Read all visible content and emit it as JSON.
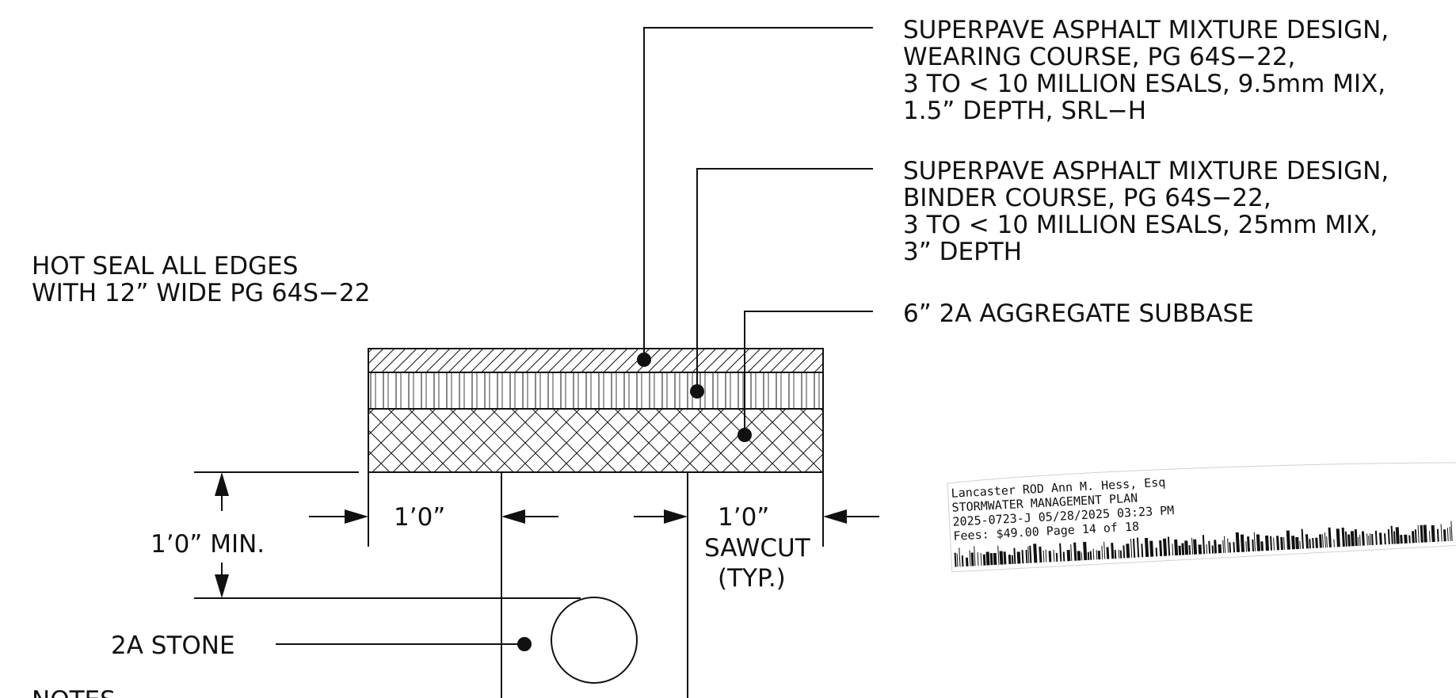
{
  "callouts": {
    "wearing_course": {
      "line1": "SUPERPAVE ASPHALT MIXTURE DESIGN,",
      "line2": "WEARING COURSE, PG 64S−22,",
      "line3": "3 TO < 10 MILLION ESALS, 9.5mm MIX,",
      "line4": "1.5” DEPTH, SRL−H"
    },
    "binder_course": {
      "line1": "SUPERPAVE ASPHALT MIXTURE DESIGN,",
      "line2": "BINDER COURSE, PG 64S−22,",
      "line3": "3 TO < 10 MILLION ESALS, 25mm MIX,",
      "line4": "3” DEPTH"
    },
    "subbase": "6” 2A AGGREGATE SUBBASE",
    "hot_seal": {
      "line1": "HOT SEAL ALL EDGES",
      "line2": "WITH 12” WIDE PG 64S−22"
    },
    "stone": "2A STONE"
  },
  "dimensions": {
    "left_width": "1’0”",
    "right_width": "1’0”",
    "sawcut": "SAWCUT",
    "typical": "(TYP.)",
    "depth": "1’0” MIN."
  },
  "notes_heading": "NOTES",
  "recording_stamp": {
    "line1": "Lancaster ROD    Ann M. Hess, Esq",
    "line2": "STORMWATER MANAGEMENT PLAN",
    "line3": "2025-0723-J   05/28/2025 03:23 PM",
    "line4": "Fees: $49.00   Page 14 of 18"
  },
  "colors": {
    "ink": "#111111",
    "paper": "#ffffff"
  }
}
